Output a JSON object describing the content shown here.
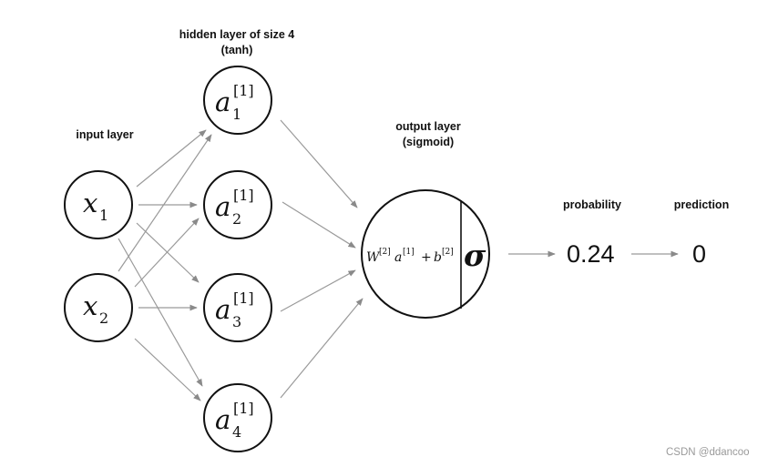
{
  "labels": {
    "hidden_line1": "hidden layer of size 4",
    "hidden_line2": "(tanh)",
    "input": "input layer",
    "output_line1": "output layer",
    "output_line2": "(sigmoid)",
    "probability": "probability",
    "prediction": "prediction"
  },
  "input_nodes": [
    {
      "symbol": "x",
      "subscript": "1"
    },
    {
      "symbol": "x",
      "subscript": "2"
    }
  ],
  "hidden_nodes": [
    {
      "symbol": "a",
      "superscript": "[1]",
      "subscript": "1"
    },
    {
      "symbol": "a",
      "superscript": "[1]",
      "subscript": "2"
    },
    {
      "symbol": "a",
      "superscript": "[1]",
      "subscript": "3"
    },
    {
      "symbol": "a",
      "superscript": "[1]",
      "subscript": "4"
    }
  ],
  "output_node": {
    "linear": {
      "w": "W",
      "w_sup": "[2]",
      "a": "a",
      "a_sup": "[1]",
      "plus": "+",
      "b": "b",
      "b_sup": "[2]"
    },
    "activation": "σ"
  },
  "probability_value": "0.24",
  "prediction_value": "0",
  "watermark": "CSDN @ddancoo"
}
